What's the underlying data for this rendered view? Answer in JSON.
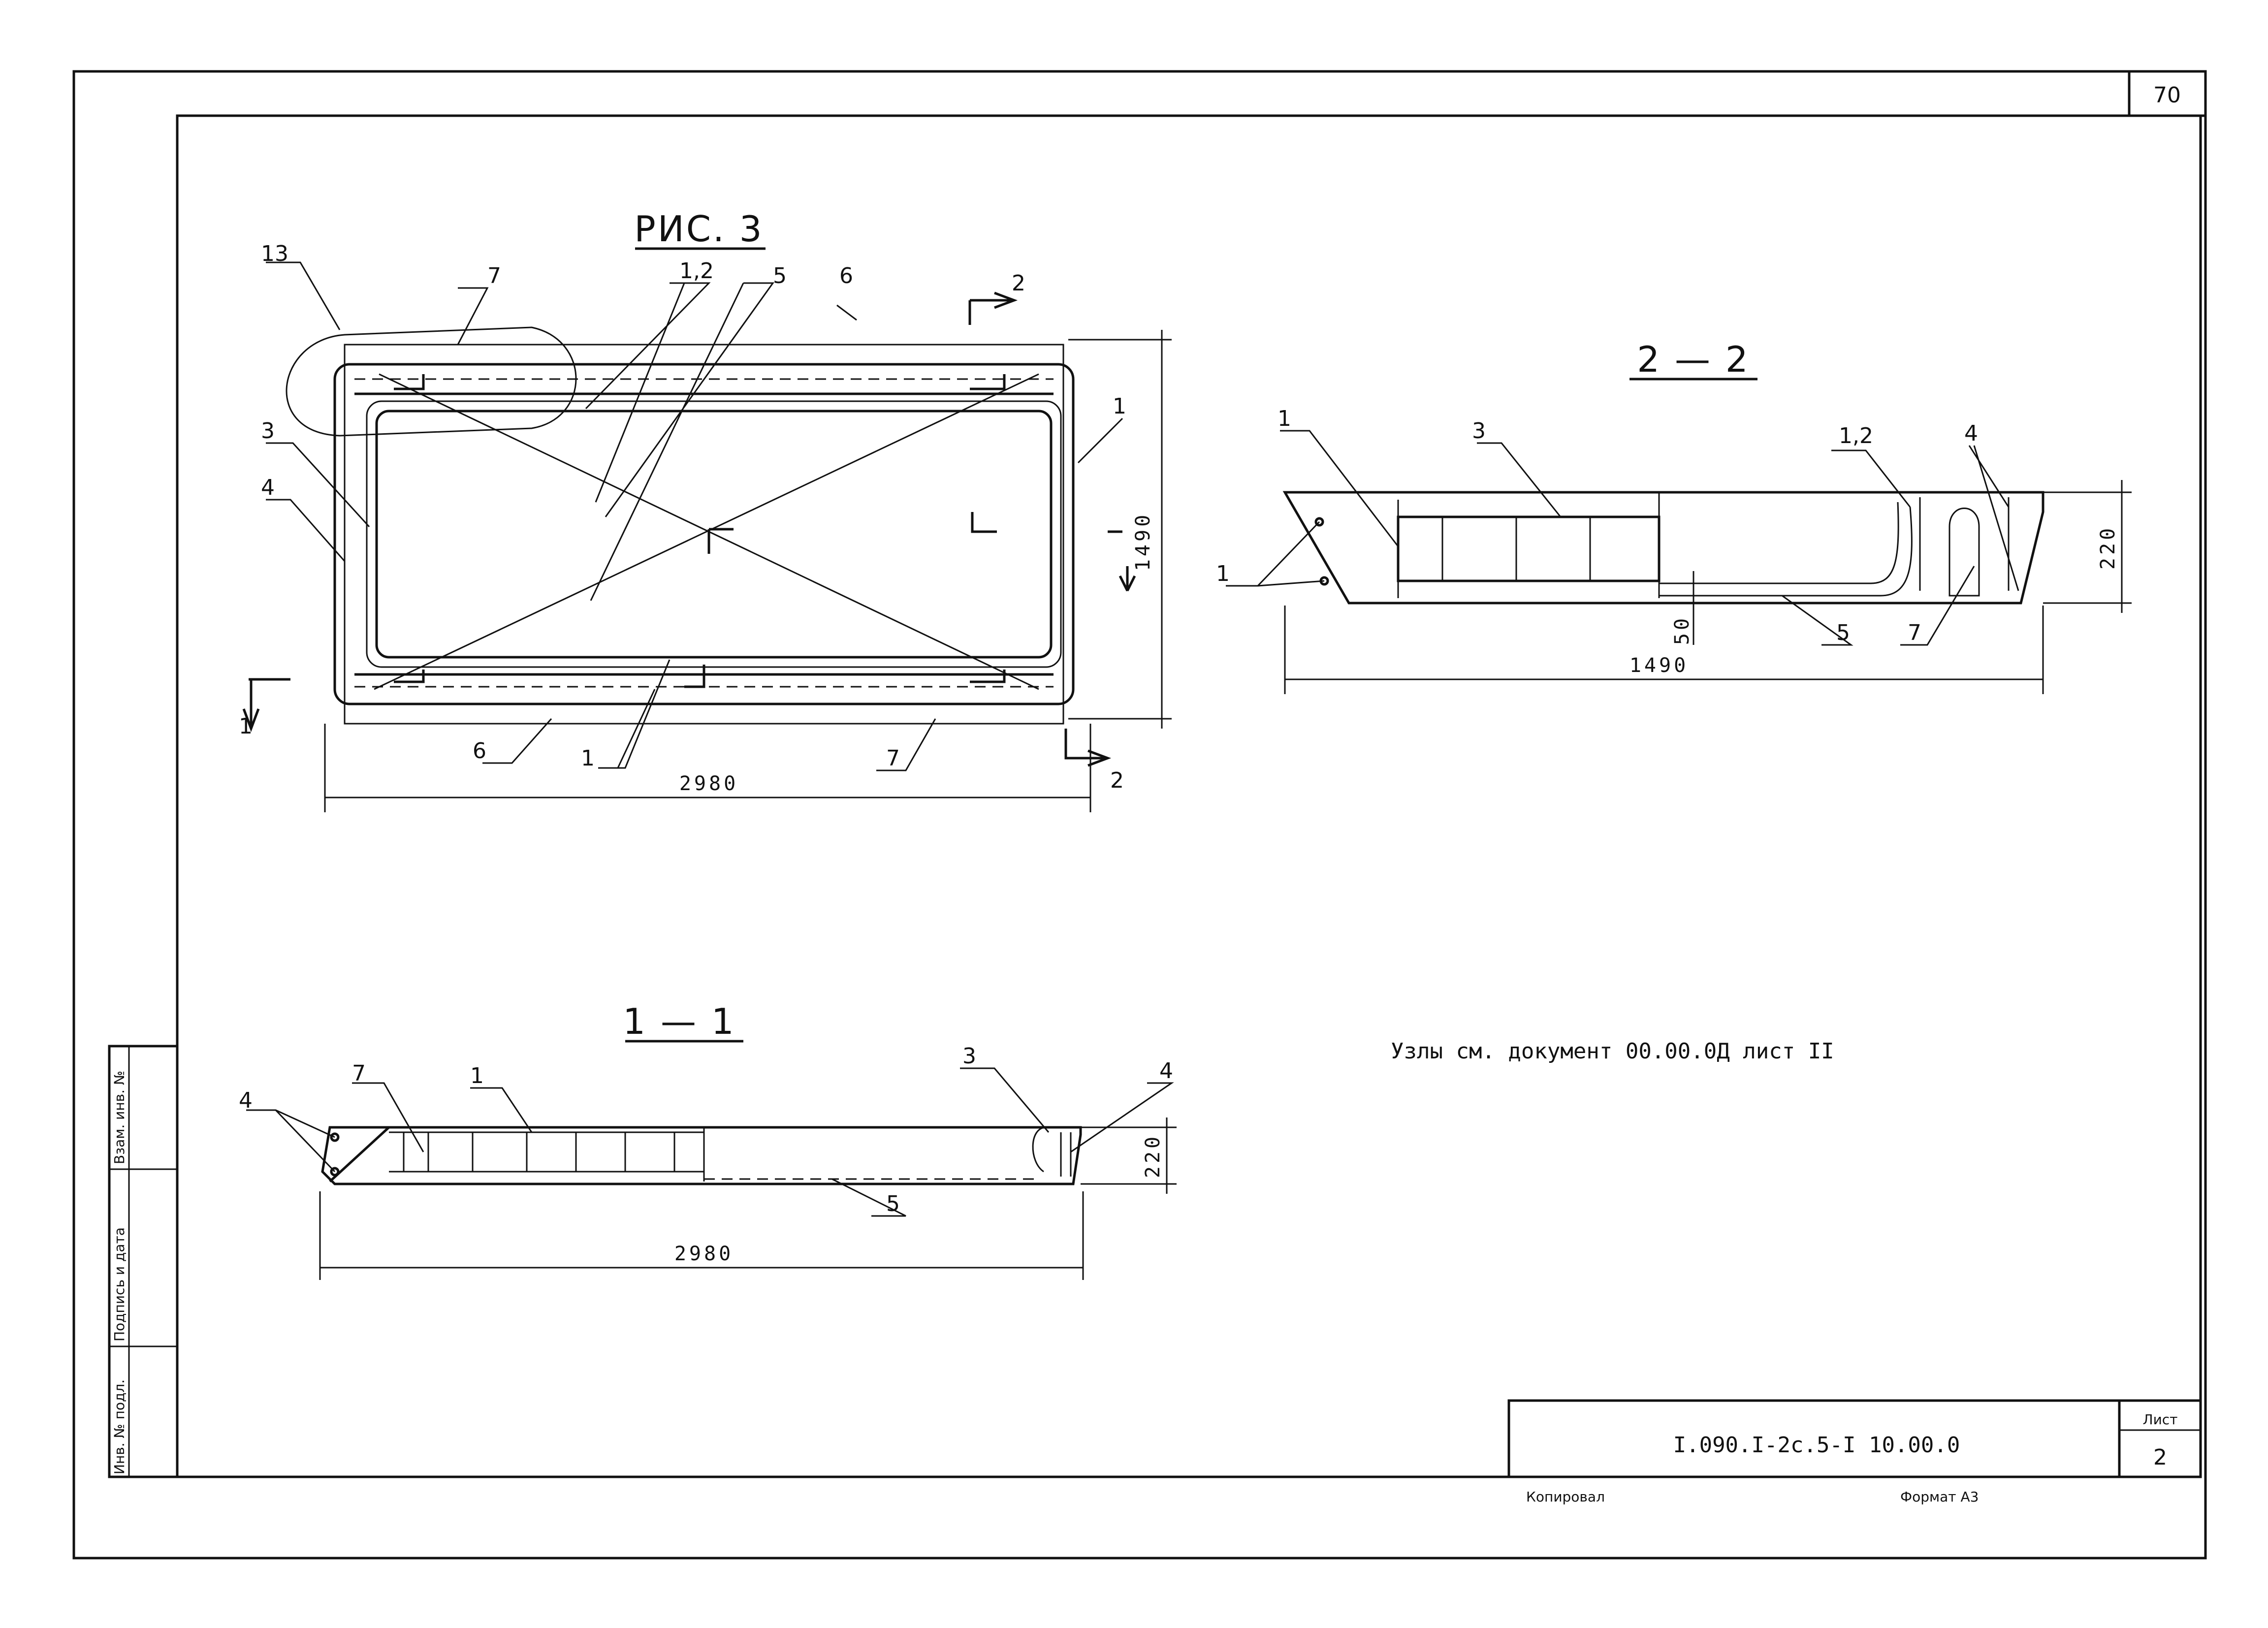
{
  "sheet": {
    "page_number": "70",
    "note": "Узлы см. документ 00.00.0Д лист II",
    "stamp_code": "I.090.I-2c.5-I 10.00.0",
    "sheet_label": "Лист",
    "sheet_number": "2",
    "copied": "Копировал",
    "format": "Формат А3"
  },
  "side_stamp": {
    "inv_no": "Инв. № подл.",
    "sign_date": "Подпись и дата",
    "replace_inv": "Взам. инв. №"
  },
  "fig3": {
    "title": "РИС. 3",
    "callouts": [
      "13",
      "7",
      "1,2",
      "5",
      "6",
      "2",
      "3",
      "4",
      "1",
      "1",
      "6",
      "1",
      "7",
      "2"
    ],
    "dim_length": "2980",
    "dim_height": "1490"
  },
  "section_22": {
    "title": "2 — 2",
    "callouts": [
      "1",
      "3",
      "1,2",
      "4",
      "1",
      "5",
      "7"
    ],
    "dim_width": "1490",
    "dim_height": "220",
    "dim_50": "50"
  },
  "section_11": {
    "title": "1 — 1",
    "callouts": [
      "4",
      "7",
      "1",
      "3",
      "4",
      "5"
    ],
    "dim_length": "2980",
    "dim_height": "220"
  }
}
